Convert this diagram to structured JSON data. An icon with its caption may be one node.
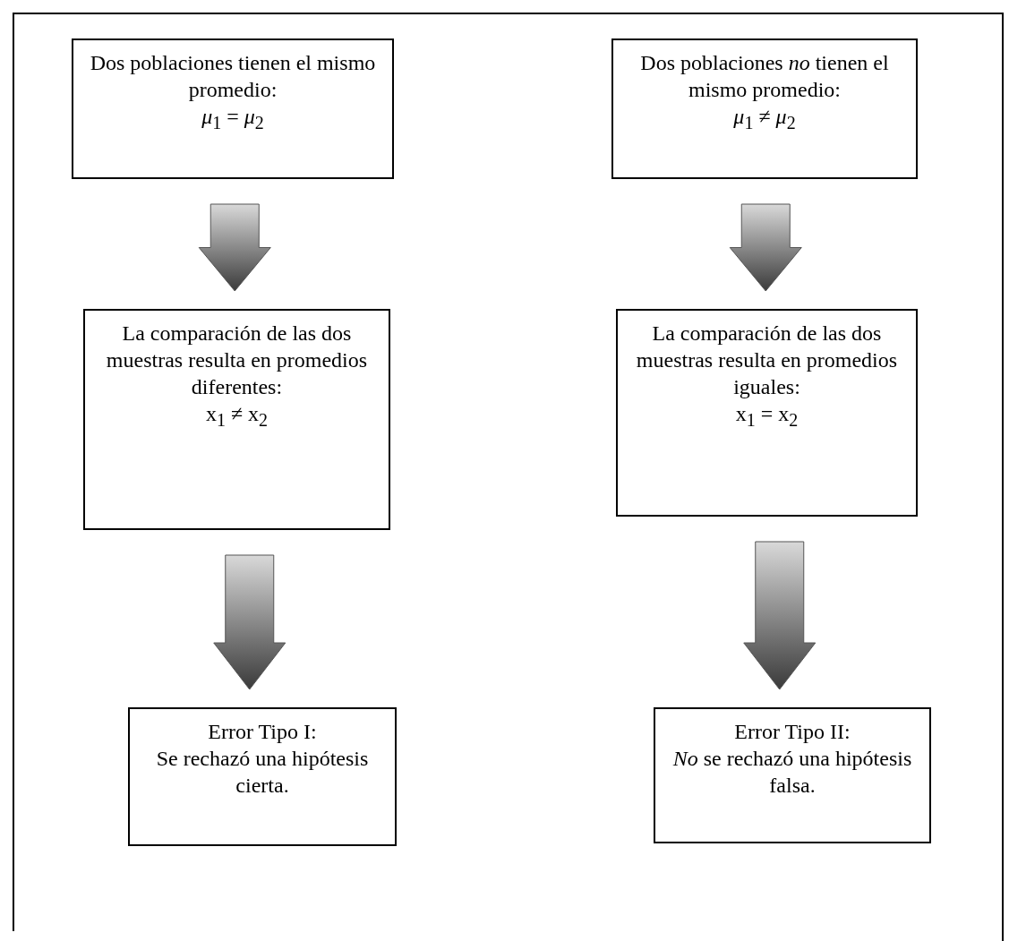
{
  "diagram": {
    "nodes": [
      {
        "text": [
          "Dos poblaciones tienen el mismo promedio:",
          "*μ*$_{1}$ = *μ*$_{2}$"
        ]
      },
      {
        "text": [
          "Dos poblaciones *no* tienen el mismo promedio:",
          "*μ*$_{1}$ ≠ *μ*$_{2}$"
        ]
      },
      {
        "text": [
          "La comparación de las dos muestras resulta en promedios diferentes:",
          "x$_{1}$ ≠ x$_{2}$"
        ]
      },
      {
        "text": [
          "La comparación de las dos muestras resulta en promedios iguales:",
          "x$_{1}$ = x$_{2}$"
        ]
      },
      {
        "text": [
          "Error Tipo I:",
          "Se rechazó una hipótesis cierta."
        ]
      },
      {
        "text": [
          "Error Tipo II:",
          "*No* se rechazó una hipótesis falsa."
        ]
      }
    ],
    "edges": [
      {
        "from": 0,
        "to": 2,
        "arrow": "to"
      },
      {
        "from": 2,
        "to": 4,
        "arrow": "to"
      },
      {
        "from": 1,
        "to": 3,
        "arrow": "to"
      },
      {
        "from": 3,
        "to": 5,
        "arrow": "to"
      }
    ]
  }
}
